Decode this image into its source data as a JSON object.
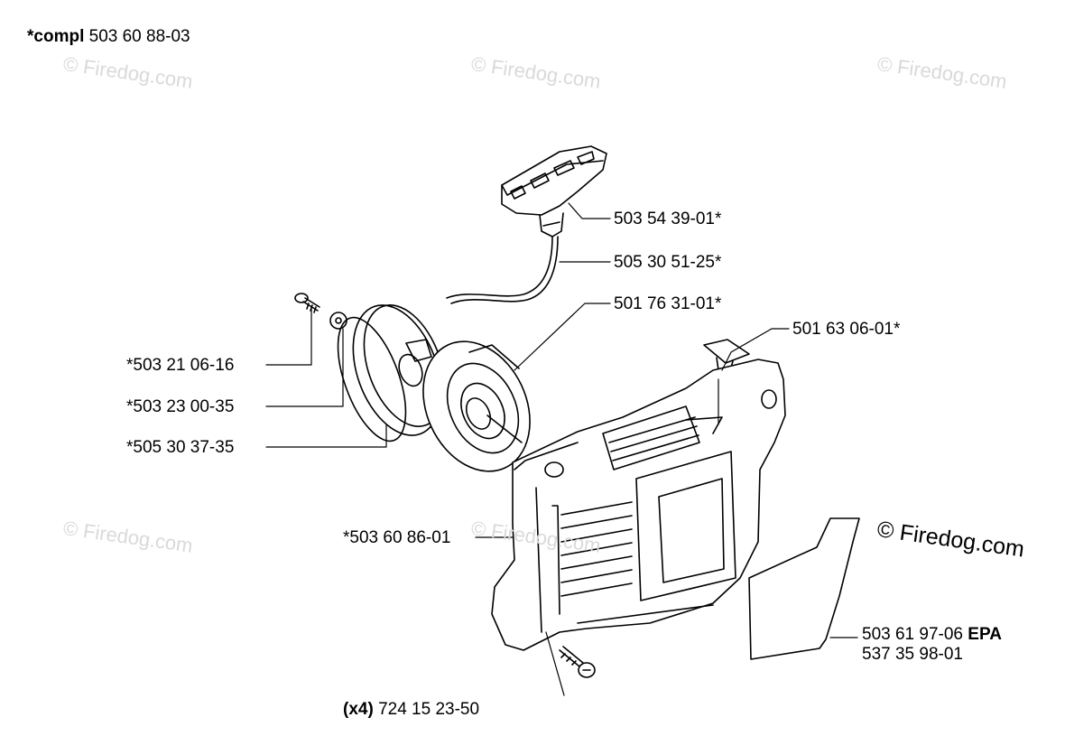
{
  "header": {
    "compl_prefix": "*compl",
    "compl_number": "503 60 88-03"
  },
  "watermarks": {
    "faint": "© Firedog.com",
    "prominent": "© Firedog.com"
  },
  "parts": {
    "handle": "503 54 39-01*",
    "rope": "505 30 51-25*",
    "spring": "501 76 31-01*",
    "grommet": "501 63 06-01*",
    "screw_top": "*503 21 06-16",
    "washer": "*503 23 00-35",
    "pulley": "*505 30 37-35",
    "cover": "*503 60 86-01",
    "decal_number": "503 61 97-06",
    "decal_suffix": "EPA",
    "decal_alt": "537 35 98-01",
    "screw_qty": "(x4)",
    "screw_number": "724 15 23-50"
  }
}
